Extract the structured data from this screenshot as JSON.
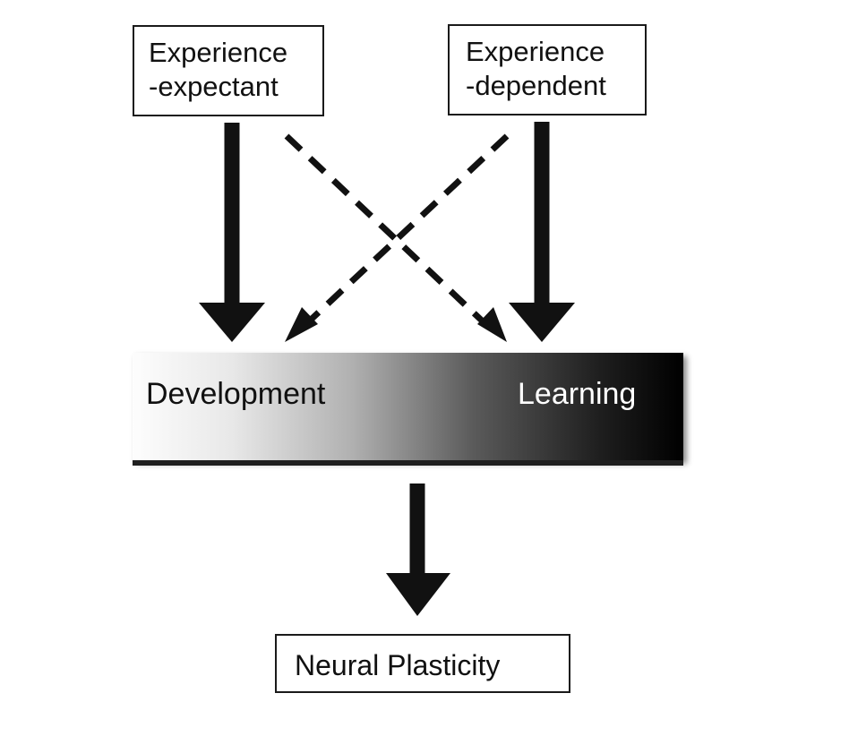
{
  "diagram": {
    "sources": [
      {
        "line1": "Experience",
        "line2": "-expectant"
      },
      {
        "line1": "Experience",
        "line2": "-dependent"
      }
    ],
    "continuum": {
      "left_label": "Development",
      "right_label": "Learning"
    },
    "outcome": "Neural Plasticity",
    "colors": {
      "stroke": "#111111",
      "gradient_start": "#fdfdfd",
      "gradient_end": "#000000",
      "right_label_text": "#ffffff"
    }
  }
}
